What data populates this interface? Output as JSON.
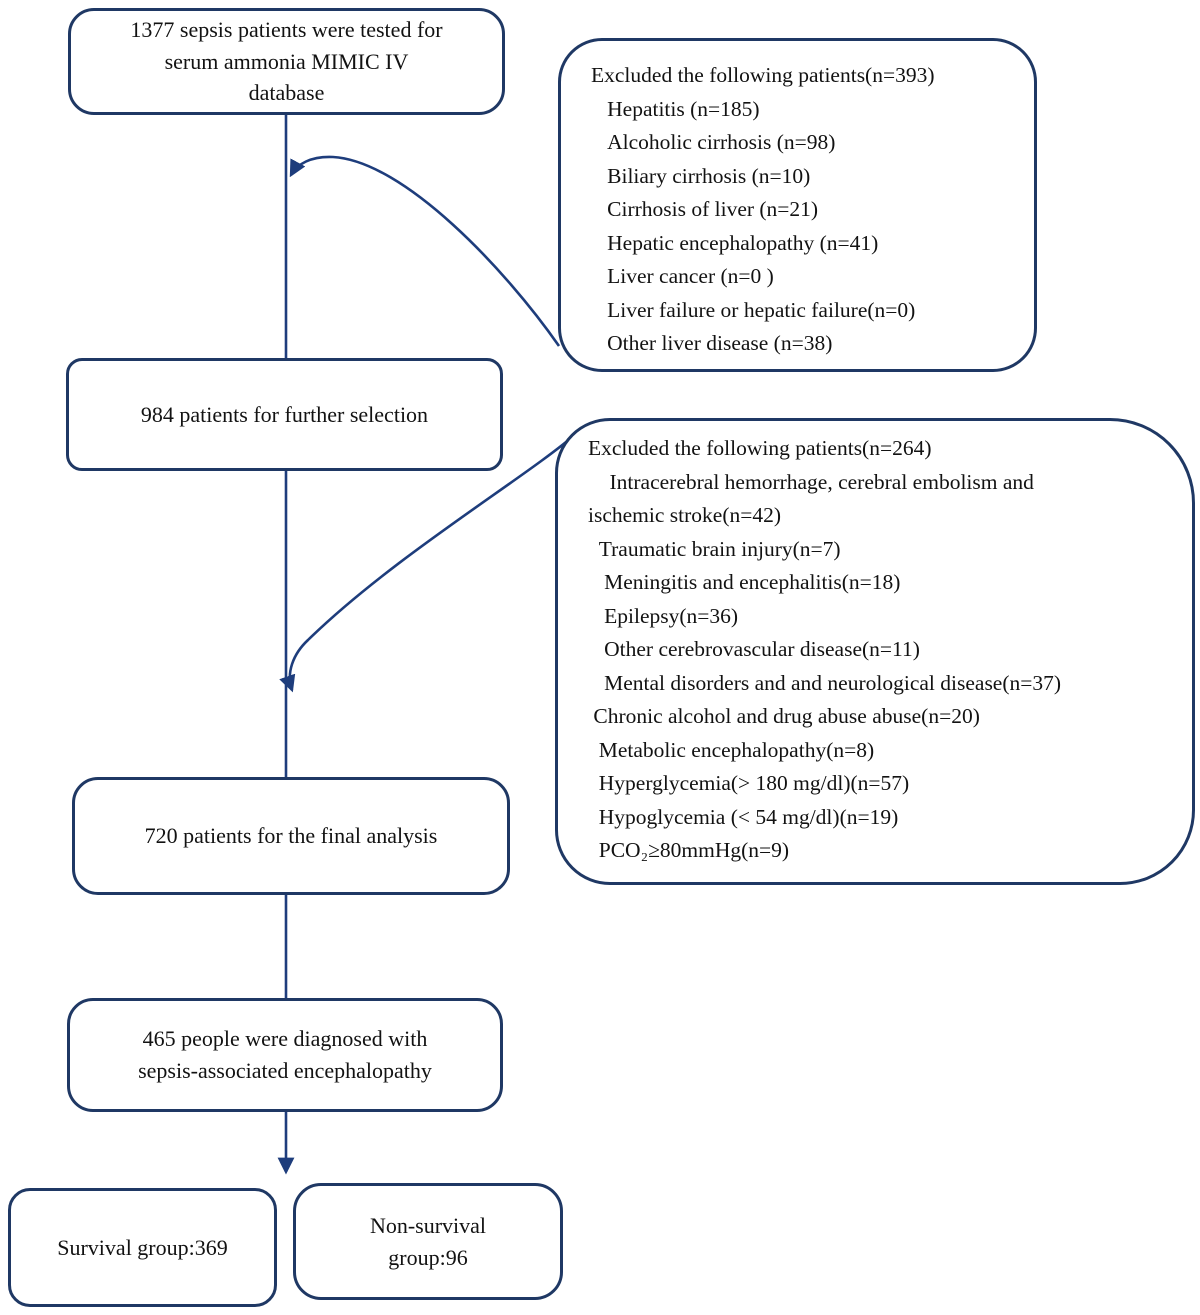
{
  "figure": {
    "type": "patient-selection-flowchart",
    "colors": {
      "box_border": "#1f3864",
      "connector": "#1e3d7c",
      "text": "#121212",
      "background": "#ffffff"
    },
    "source": {
      "lines": [
        "1377 sepsis patients were tested for",
        "serum ammonia MIMIC IV",
        "database"
      ]
    },
    "exclusion1": {
      "lines": [
        "Excluded the following patients(n=393)",
        "   Hepatitis (n=185)",
        "   Alcoholic cirrhosis (n=98)",
        "   Biliary cirrhosis (n=10)",
        "   Cirrhosis of liver (n=21)",
        "   Hepatic encephalopathy (n=41)",
        "   Liver cancer (n=0 )",
        "   Liver failure or hepatic failure(n=0)",
        "   Other liver disease (n=38)"
      ]
    },
    "further_selection": {
      "text": "984 patients for further selection"
    },
    "exclusion2": {
      "lines": [
        "Excluded the following patients(n=264)",
        "    Intracerebral hemorrhage, cerebral embolism and",
        "ischemic stroke(n=42)",
        "  Traumatic brain injury(n=7)",
        "   Meningitis and encephalitis(n=18)",
        "   Epilepsy(n=36)",
        "   Other cerebrovascular disease(n=11)",
        "   Mental disorders and and neurological disease(n=37)",
        " Chronic alcohol and drug abuse abuse(n=20)",
        "  Metabolic encephalopathy(n=8)",
        "  Hyperglycemia(> 180 mg/dl)(n=57)",
        "  Hypoglycemia (< 54 mg/dl)(n=19)",
        "  PCO₂≥80mmHg(n=9)"
      ]
    },
    "final_analysis": {
      "text": "720 patients for the final analysis"
    },
    "sae": {
      "lines": [
        "465 people were diagnosed with",
        "sepsis-associated encephalopathy"
      ]
    },
    "survival": {
      "text": "Survival group:369"
    },
    "non_survival": {
      "lines": [
        "Non-survival",
        "group:96"
      ]
    }
  }
}
